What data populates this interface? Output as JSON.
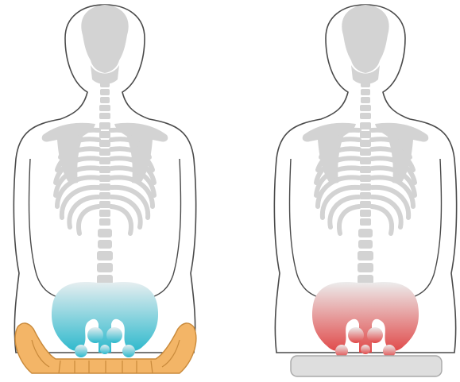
{
  "figures": [
    {
      "id": "left",
      "pelvis_gradient_top": "#e6eef0",
      "pelvis_gradient_bottom": "#2bb8cc",
      "cushion_color": "#f3b567",
      "cushion_stroke": "#c98a3b",
      "cushion_type": "contoured-cushion"
    },
    {
      "id": "right",
      "pelvis_gradient_top": "#ececec",
      "pelvis_gradient_bottom": "#e04848",
      "cushion_color": "#dedede",
      "cushion_stroke": "#a8a8a8",
      "cushion_type": "flat-cushion"
    }
  ],
  "colors": {
    "outline": "#4a4a4a",
    "bone": "#d3d3d3",
    "background": "#ffffff"
  }
}
